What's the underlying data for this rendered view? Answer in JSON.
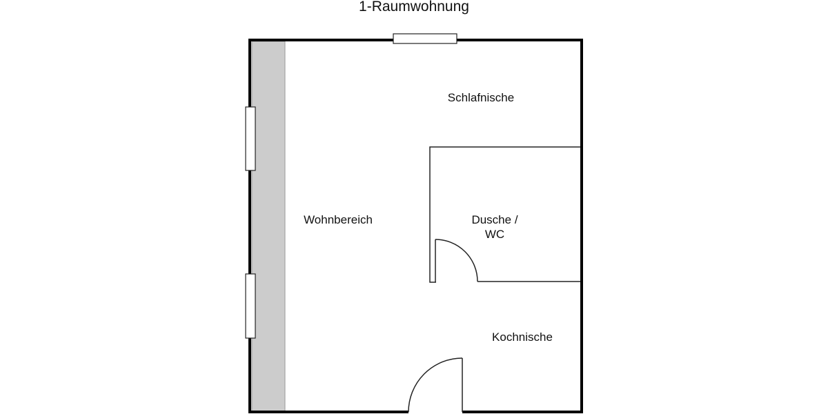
{
  "title": "1-Raumwohnung",
  "rooms": {
    "schlafnische": "Schlafnische",
    "wohnbereich": "Wohnbereich",
    "dusche_line1": "Dusche /",
    "dusche_line2": "WC",
    "kochnische": "Kochnische"
  },
  "colors": {
    "wall": "#000000",
    "strip": "#cccccc",
    "thin_line": "#333333"
  }
}
